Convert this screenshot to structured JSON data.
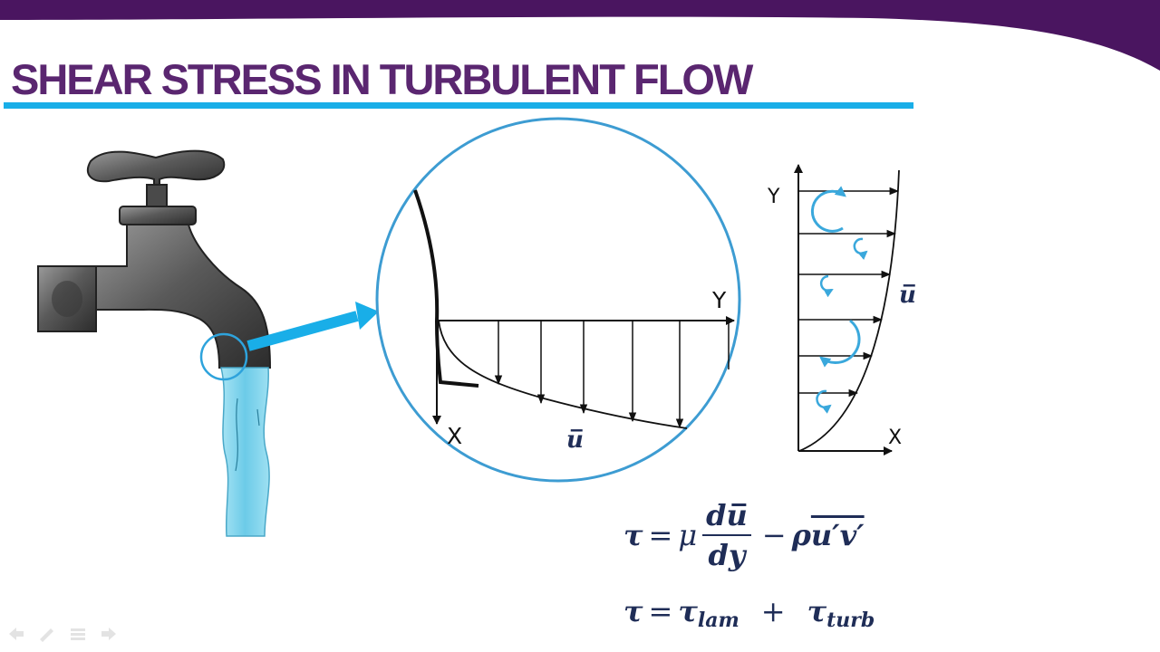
{
  "slide": {
    "title": "SHEAR STRESS IN TURBULENT FLOW",
    "colors": {
      "title": "#5a2670",
      "band": "#4a1560",
      "rule": "#19aee8",
      "lens": "#3d9cd2",
      "eddy": "#3aa8dc",
      "water": "#7fd3ec",
      "ink": "#111111",
      "equation": "#1f2d57"
    }
  },
  "faucet": {
    "icon": "water-tap-icon",
    "zoom_arrow_icon": "zoom-arrow-icon"
  },
  "zoom_diagram": {
    "axis_horizontal_label": "Y",
    "axis_vertical_label": "X",
    "profile_label": "u̅"
  },
  "velocity_profile": {
    "axis_vertical_label": "Y",
    "axis_horizontal_label": "X",
    "profile_label": "u̅",
    "eddy_icon": "eddy-swirl-icon"
  },
  "equations": {
    "eq1": {
      "lhs": "τ",
      "equals": "=",
      "mu": "μ",
      "numerator": "du̅",
      "denominator": "dy",
      "minus": "−",
      "term": "ρ",
      "fluct": "u′v′"
    },
    "eq2": {
      "lhs": "τ",
      "equals": "=",
      "t1": "τ",
      "t1_sub": "lam",
      "plus": "+",
      "t2": "τ",
      "t2_sub": "turb"
    }
  }
}
